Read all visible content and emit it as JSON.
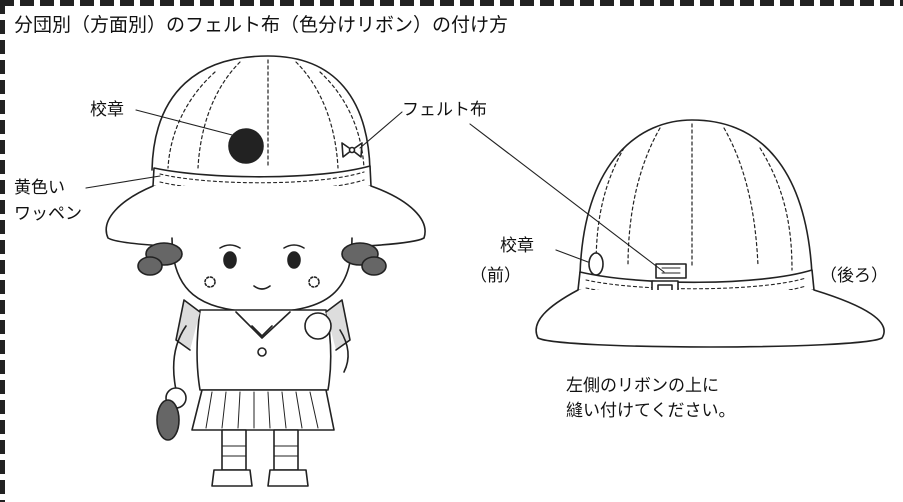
{
  "title": "分団別（方面別）のフェルト布（色分けリボン）の付け方",
  "labels": {
    "emblem_front": "校章",
    "felt": "フェルト布",
    "yellow_line1": "黄色い",
    "yellow_line2": "ワッペン",
    "emblem_back": "校章",
    "front": "（前）",
    "back": "（後ろ）"
  },
  "instruction": {
    "line1": "左側のリボンの上に",
    "line2": "縫い付けてください。"
  }
}
